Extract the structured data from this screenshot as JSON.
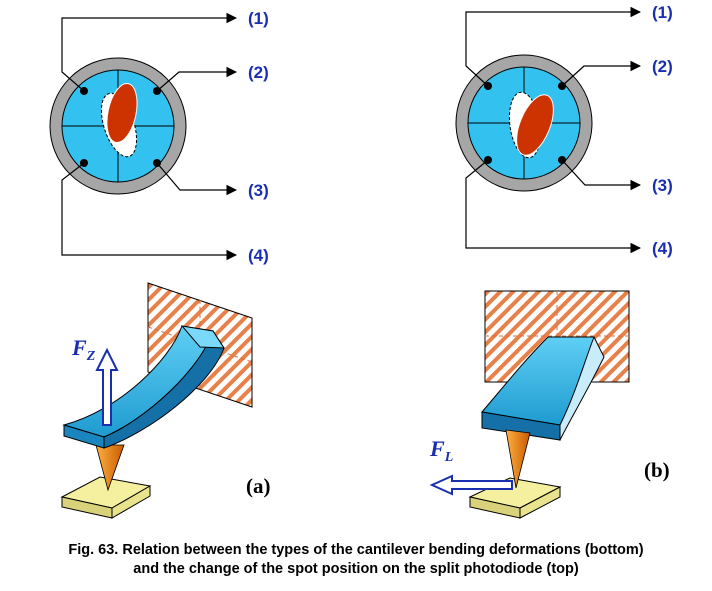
{
  "photodiode_labels": [
    "(1)",
    "(2)",
    "(3)",
    "(4)"
  ],
  "panel_labels": {
    "a": "(a)",
    "b": "(b)"
  },
  "forces": {
    "vertical": "F",
    "vertical_sub": "Z",
    "lateral": "F",
    "lateral_sub": "L"
  },
  "caption": {
    "line1": "Fig. 63. Relation between the types of the cantilever bending deformations (bottom)",
    "line2": "and the change of the spot position on the split photodiode (top)"
  },
  "colors": {
    "diode_fill": "#33c1f0",
    "ring": "#a6a6a6",
    "spot": "#cc3300",
    "cantilever": "#3ab7e8",
    "tip": "#f08a1c",
    "sample": "#f4f0a0",
    "hatch": "#e8804a",
    "label_blue": "#1a2fb0"
  }
}
